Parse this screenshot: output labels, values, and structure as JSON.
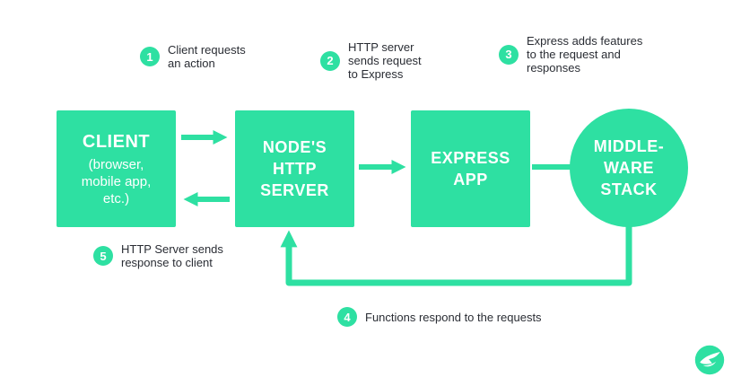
{
  "colors": {
    "accent": "#2EE0A2",
    "node_text": "#FFFFFF",
    "annotation_text": "#2A2D34",
    "background": "#FFFFFF"
  },
  "diagram": {
    "nodes": [
      {
        "id": "client",
        "shape": "square",
        "title": "CLIENT",
        "subtitle": "(browser,\nmobile app,\netc.)"
      },
      {
        "id": "node-http-server",
        "shape": "square",
        "title": "NODE'S\nHTTP\nSERVER"
      },
      {
        "id": "express-app",
        "shape": "square",
        "title": "EXPRESS\nAPP"
      },
      {
        "id": "middleware-stack",
        "shape": "circle",
        "title": "MIDDLE-\nWARE\nSTACK"
      }
    ],
    "annotations": [
      {
        "number": "1",
        "text": "Client requests\nan action"
      },
      {
        "number": "2",
        "text": "HTTP server\nsends request\nto Express"
      },
      {
        "number": "3",
        "text": "Express adds features\nto the request and\nresponses"
      },
      {
        "number": "4",
        "text": "Functions respond to the requests"
      },
      {
        "number": "5",
        "text": "HTTP Server sends\nresponse to client"
      }
    ],
    "flows": [
      {
        "from": "client",
        "to": "node-http-server"
      },
      {
        "from": "node-http-server",
        "to": "express-app"
      },
      {
        "from": "express-app",
        "to": "middleware-stack"
      },
      {
        "from": "middleware-stack",
        "to": "node-http-server"
      },
      {
        "from": "node-http-server",
        "to": "client"
      }
    ],
    "icons": {
      "logo": "bird-swoosh-logo"
    }
  }
}
